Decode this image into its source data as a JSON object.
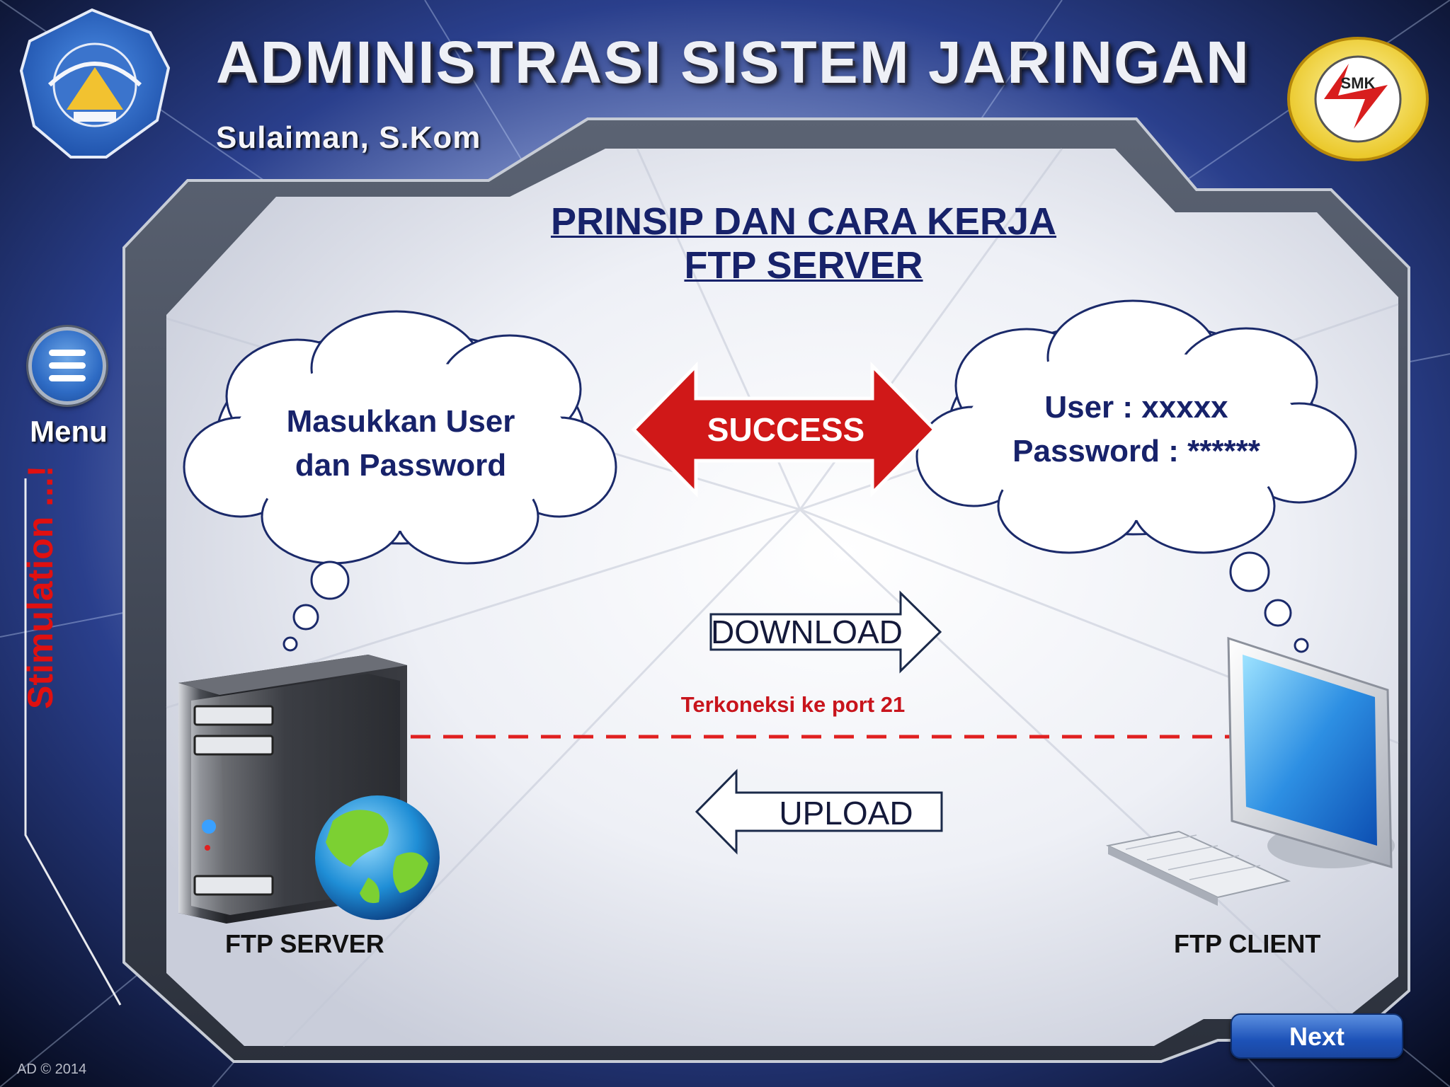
{
  "header": {
    "title": "ADMINISTRASI SISTEM JARINGAN",
    "author": "Sulaiman, S.Kom",
    "logo_left_icon": "tut-wuri-handayani-logo",
    "logo_right_icon": "smk-school-logo",
    "logo_right_text": "SMK"
  },
  "sidebar": {
    "menu_icon": "hamburger-icon",
    "menu_label": "Menu",
    "section_label": "Stimulation ...!"
  },
  "slide": {
    "title_line1": "PRINSIP DAN CARA KERJA",
    "title_line2": "FTP SERVER",
    "server_cloud_line1": "Masukkan User",
    "server_cloud_line2": "dan Password",
    "client_cloud_line1": "User : xxxxx",
    "client_cloud_line2": "Password : ******",
    "success_label": "SUCCESS",
    "download_label": "DOWNLOAD",
    "upload_label": "UPLOAD",
    "port_label": "Terkoneksi ke port 21",
    "server_label": "FTP SERVER",
    "client_label": "FTP CLIENT"
  },
  "footer": {
    "next_label": "Next",
    "copyright": "AD © 2014"
  },
  "colors": {
    "title_navy": "#17226a",
    "accent_red": "#c8141c",
    "button_blue": "#1d52b8"
  }
}
